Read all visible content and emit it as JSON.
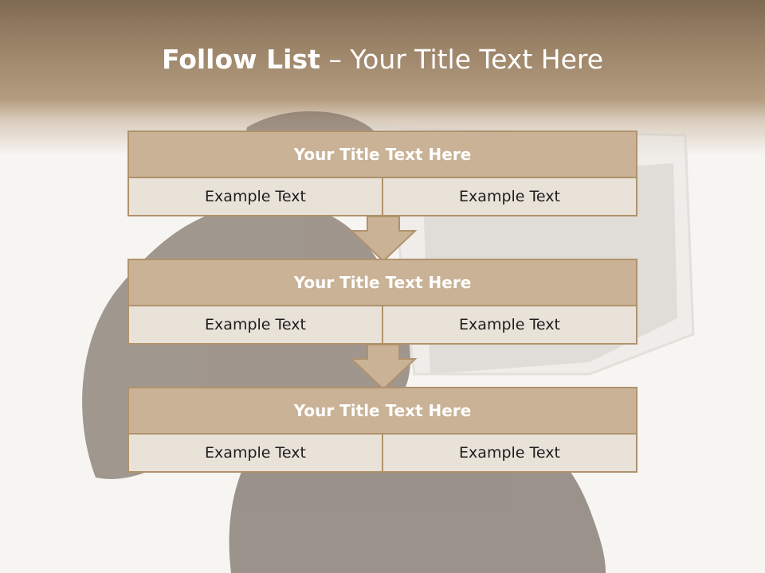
{
  "slide": {
    "title_bold": "Follow List",
    "title_rest": " – Your Title Text Here"
  },
  "blocks": [
    {
      "title": "Your Title Text Here",
      "left": "Example Text",
      "right": "Example Text"
    },
    {
      "title": "Your Title Text Here",
      "left": "Example Text",
      "right": "Example Text"
    },
    {
      "title": "Your Title Text Here",
      "left": "Example Text",
      "right": "Example Text"
    }
  ],
  "colors": {
    "header": "#9c8468",
    "block_title_fill": "#c9b295",
    "block_cell_fill": "#e8e2d9",
    "border": "#b0926c"
  },
  "icons": [
    "down-arrow-icon"
  ]
}
